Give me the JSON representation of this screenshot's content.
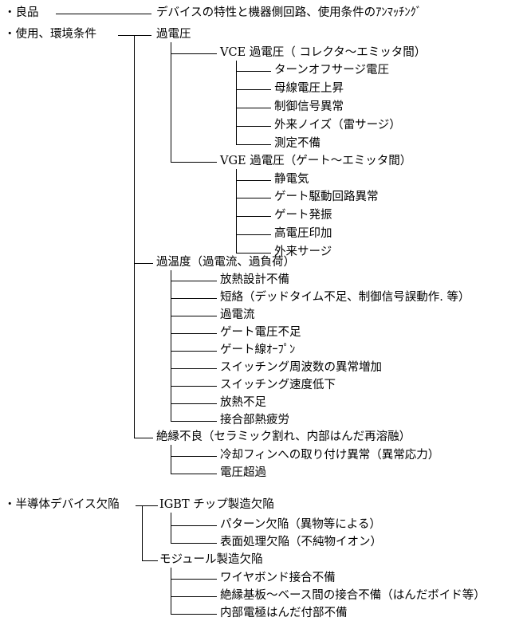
{
  "tree": [
    {
      "id": "root1",
      "text": "・良品",
      "children": [
        {
          "id": "root1_c1",
          "text": "デバイスの特性と機器側回路、使用条件のｱﾝﾏｯﾁﾝｸﾞ",
          "children": []
        }
      ]
    },
    {
      "id": "root2",
      "text": "・使用、環境条件",
      "children": [
        {
          "id": "over_voltage",
          "text": "過電圧",
          "children": [
            {
              "id": "vce",
              "text": "VCE 過電圧（ コレクタ～エミッタ間）",
              "children": [
                {
                  "id": "vce1",
                  "text": "ターンオフサージ電圧",
                  "children": []
                },
                {
                  "id": "vce2",
                  "text": "母線電圧上昇",
                  "children": []
                },
                {
                  "id": "vce3",
                  "text": "制御信号異常",
                  "children": []
                },
                {
                  "id": "vce4",
                  "text": "外来ノイズ（雷サージ）",
                  "children": []
                },
                {
                  "id": "vce5",
                  "text": "測定不備",
                  "children": []
                }
              ]
            },
            {
              "id": "vge",
              "text": "VGE 過電圧（ゲート～エミッタ間）",
              "children": [
                {
                  "id": "vge1",
                  "text": "静電気",
                  "children": []
                },
                {
                  "id": "vge2",
                  "text": "ゲート駆動回路異常",
                  "children": []
                },
                {
                  "id": "vge3",
                  "text": "ゲート発振",
                  "children": []
                },
                {
                  "id": "vge4",
                  "text": "高電圧印加",
                  "children": []
                },
                {
                  "id": "vge5",
                  "text": "外来サージ",
                  "children": []
                }
              ]
            }
          ]
        },
        {
          "id": "over_temp",
          "text": "過温度（過電流、過負荷）",
          "children": [
            {
              "id": "t1",
              "text": "放熱設計不備",
              "children": []
            },
            {
              "id": "t2",
              "text": "短絡（デッドタイム不足、制御信号誤動作. 等）",
              "children": []
            },
            {
              "id": "t3",
              "text": "過電流",
              "children": []
            },
            {
              "id": "t4",
              "text": "ゲート電圧不足",
              "children": []
            },
            {
              "id": "t5",
              "text": "ゲート線ｵｰﾌﾟﾝ",
              "children": []
            },
            {
              "id": "t6",
              "text": "スイッチング周波数の異常増加",
              "children": []
            },
            {
              "id": "t7",
              "text": "スイッチング速度低下",
              "children": []
            },
            {
              "id": "t8",
              "text": "放熱不足",
              "children": []
            },
            {
              "id": "t9",
              "text": "接合部熱疲労",
              "children": []
            }
          ]
        },
        {
          "id": "insulation",
          "text": "絶縁不良（セラミック割れ、内部はんだ再溶融）",
          "children": [
            {
              "id": "i1",
              "text": "冷却フィンへの取り付け異常（異常応力）",
              "children": []
            },
            {
              "id": "i2",
              "text": "電圧超過",
              "children": []
            }
          ]
        }
      ]
    },
    {
      "id": "root3",
      "text": "・半導体デバイス欠陥",
      "children": [
        {
          "id": "igbt",
          "text": "IGBT チップ製造欠陥",
          "children": [
            {
              "id": "g1",
              "text": "パターン欠陥（異物等による）",
              "children": []
            },
            {
              "id": "g2",
              "text": "表面処理欠陥（不純物イオン）",
              "children": []
            }
          ]
        },
        {
          "id": "module",
          "text": "モジュール製造欠陥",
          "children": [
            {
              "id": "m1",
              "text": "ワイヤボンド接合不備",
              "children": []
            },
            {
              "id": "m2",
              "text": "絶縁基板～ベース間の接合不備（はんだボイド等）",
              "children": []
            },
            {
              "id": "m3",
              "text": "内部電極はんだ付部不備",
              "children": []
            }
          ]
        }
      ]
    }
  ]
}
